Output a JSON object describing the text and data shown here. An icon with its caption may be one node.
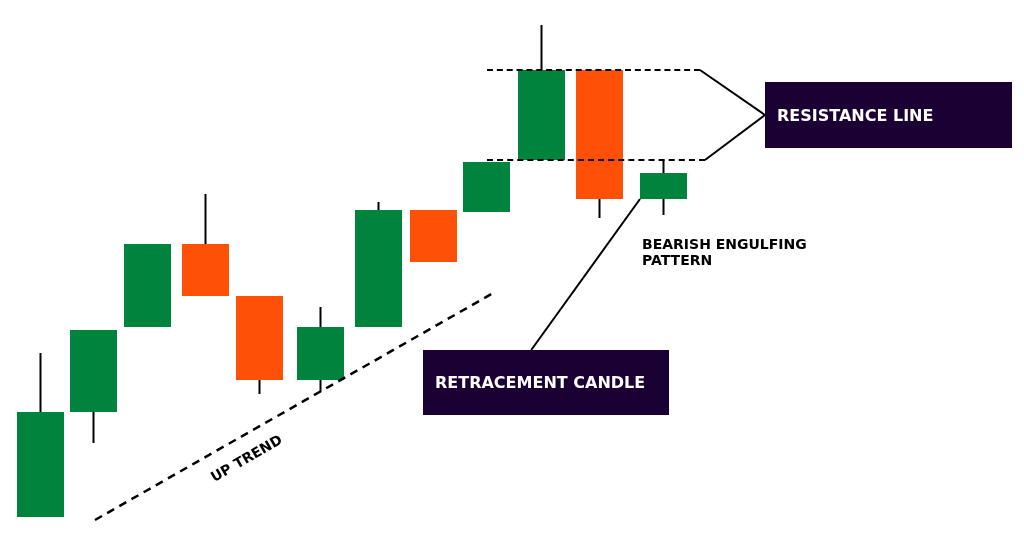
{
  "diagram": {
    "nodes": [
      {
        "text": [
          "RESISTANCE LINE"
        ]
      },
      {
        "text": [
          "RETRACEMENT CANDLE"
        ]
      },
      {
        "text": [],
        "shape": "line"
      },
      {
        "text": [],
        "shape": "line"
      },
      {
        "text": [],
        "shape": "bar"
      }
    ],
    "edges": [
      {
        "from": 0,
        "to": 2,
        "arrow": "none"
      },
      {
        "from": 0,
        "to": 3,
        "arrow": "none"
      },
      {
        "from": 1,
        "to": 4,
        "arrow": "none"
      }
    ],
    "labels": [
      "BEARISH ENGULFING PATTERN",
      "UP TREND"
    ]
  }
}
